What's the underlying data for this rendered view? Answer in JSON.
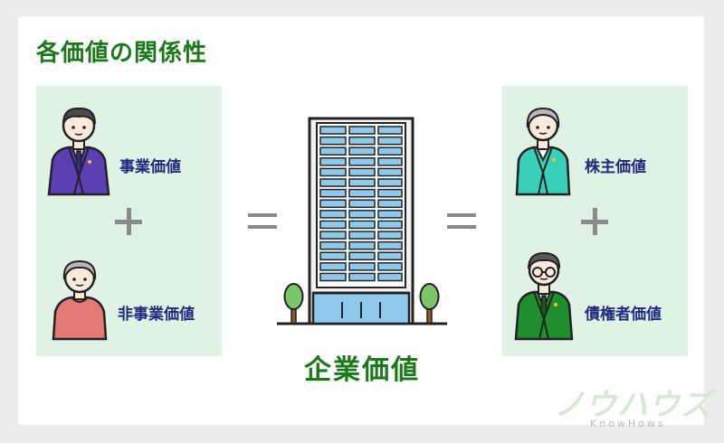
{
  "title": "各価値の関係性",
  "left_panel": {
    "top_label": "事業価値",
    "bottom_label": "非事業価値"
  },
  "center_label": "企業価値",
  "right_panel": {
    "top_label": "株主価値",
    "bottom_label": "債権者価値"
  },
  "logo": {
    "main": "ノウハウズ",
    "sub": "KnowHows"
  },
  "colors": {
    "title_green": "#1a7a1a",
    "label_navy": "#1e2a80",
    "panel_bg": "#e0f2e3",
    "operator_gray": "#8a8a8a",
    "suit_purple": "#5a3fb5",
    "sweater_red": "#e37a73",
    "suit_teal": "#38d0b8",
    "suit_green": "#1f8f2e",
    "window_blue": "#8ec9ec"
  }
}
